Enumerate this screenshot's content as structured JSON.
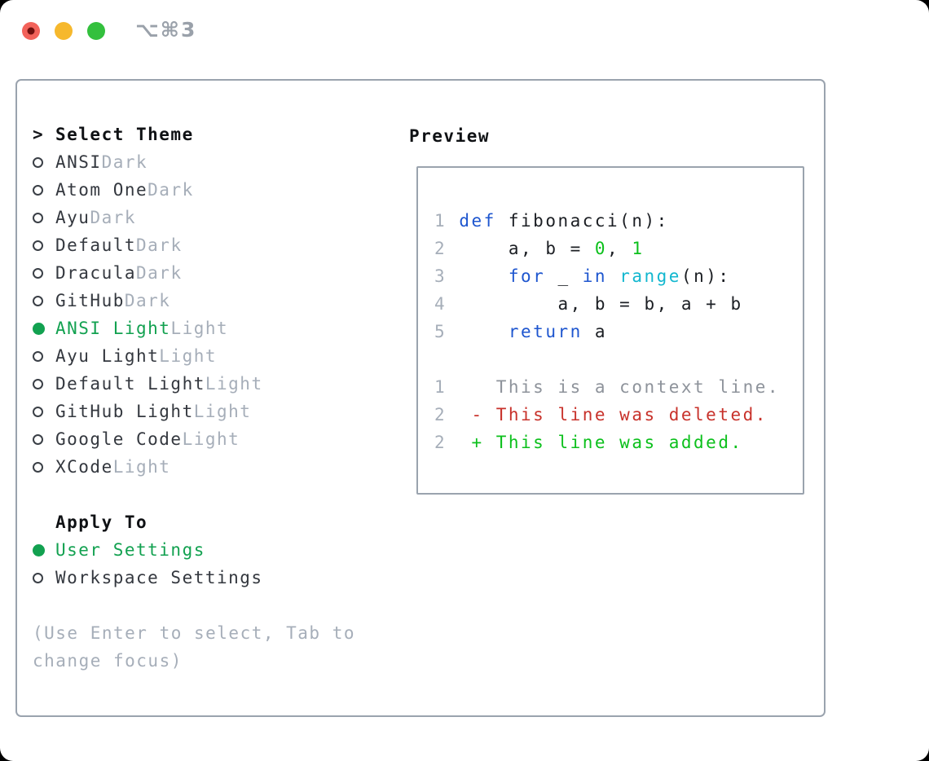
{
  "window": {
    "title": "⌥⌘3"
  },
  "traffic_lights": [
    {
      "name": "close",
      "color": "#f2625a"
    },
    {
      "name": "minimize",
      "color": "#f6b82d"
    },
    {
      "name": "zoom",
      "color": "#33c03d"
    }
  ],
  "theme_panel": {
    "prompt": ">",
    "heading": "Select Theme",
    "items": [
      {
        "name": "ANSI",
        "badge": "Dark",
        "selected": false
      },
      {
        "name": "Atom One",
        "badge": "Dark",
        "selected": false
      },
      {
        "name": "Ayu",
        "badge": "Dark",
        "selected": false
      },
      {
        "name": "Default",
        "badge": "Dark",
        "selected": false
      },
      {
        "name": "Dracula",
        "badge": "Dark",
        "selected": false
      },
      {
        "name": "GitHub",
        "badge": "Dark",
        "selected": false
      },
      {
        "name": "ANSI Light",
        "badge": "Light",
        "selected": true
      },
      {
        "name": "Ayu Light",
        "badge": "Light",
        "selected": false
      },
      {
        "name": "Default Light",
        "badge": "Light",
        "selected": false
      },
      {
        "name": "GitHub Light",
        "badge": "Light",
        "selected": false
      },
      {
        "name": "Google Code",
        "badge": "Light",
        "selected": false
      },
      {
        "name": "XCode",
        "badge": "Light",
        "selected": false
      }
    ]
  },
  "apply_to": {
    "heading": "Apply To",
    "options": [
      {
        "label": "User Settings",
        "selected": true
      },
      {
        "label": "Workspace Settings",
        "selected": false
      }
    ]
  },
  "help_text": "(Use Enter to select, Tab to change focus)",
  "preview": {
    "heading": "Preview",
    "lines": [
      {
        "num": "1",
        "tokens": [
          {
            "t": "def",
            "c": "kw"
          },
          {
            "t": " fibonacci(n):",
            "c": "pl"
          }
        ]
      },
      {
        "num": "2",
        "tokens": [
          {
            "t": "    a, b = ",
            "c": "pl"
          },
          {
            "t": "0",
            "c": "lit"
          },
          {
            "t": ", ",
            "c": "pl"
          },
          {
            "t": "1",
            "c": "lit"
          }
        ]
      },
      {
        "num": "3",
        "tokens": [
          {
            "t": "    ",
            "c": "pl"
          },
          {
            "t": "for",
            "c": "kw"
          },
          {
            "t": " _ ",
            "c": "pl"
          },
          {
            "t": "in",
            "c": "kw"
          },
          {
            "t": " ",
            "c": "pl"
          },
          {
            "t": "range",
            "c": "bi"
          },
          {
            "t": "(n):",
            "c": "pl"
          }
        ]
      },
      {
        "num": "4",
        "tokens": [
          {
            "t": "        a, b = b, a + b",
            "c": "pl"
          }
        ]
      },
      {
        "num": "5",
        "tokens": [
          {
            "t": "    ",
            "c": "pl"
          },
          {
            "t": "return",
            "c": "kw"
          },
          {
            "t": " a",
            "c": "pl"
          }
        ]
      },
      {
        "blank": true
      },
      {
        "num": "1",
        "tokens": [
          {
            "t": "   This is a context line.",
            "c": "ctx"
          }
        ]
      },
      {
        "num": "2",
        "tokens": [
          {
            "t": " ",
            "c": "pl"
          },
          {
            "t": "- This line was deleted.",
            "c": "del"
          }
        ]
      },
      {
        "num": "2",
        "tokens": [
          {
            "t": " ",
            "c": "pl"
          },
          {
            "t": "+ This line was added.",
            "c": "add"
          }
        ]
      }
    ]
  },
  "colors": {
    "selected_green": "#12a150",
    "bright_green": "#0cc01c",
    "keyword_blue": "#1e56cf",
    "builtin_cyan": "#12b7cf",
    "deleted_red": "#c8322b",
    "muted_gray": "#a6aeb9",
    "context_gray": "#8e939b",
    "text_dark": "#34383f",
    "border_gray": "#9aa3ae",
    "traffic_red": "#f2625a",
    "traffic_yellow": "#f6b82d",
    "traffic_green": "#33c03d"
  }
}
